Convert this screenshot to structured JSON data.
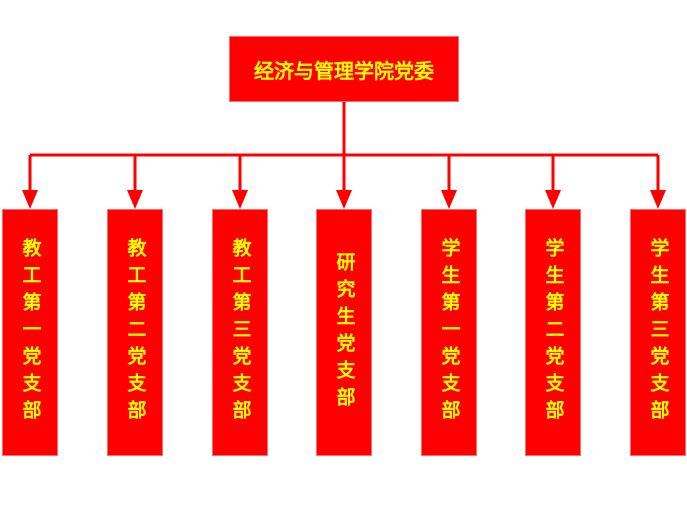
{
  "diagram": {
    "type": "org-chart",
    "colors": {
      "box_fill": "#ff0000",
      "text": "#ffff00",
      "connector": "#ff0000",
      "background": "#ffffff"
    },
    "root": {
      "label": "经济与管理学院党委"
    },
    "branches": [
      {
        "label": "教工第一党支部"
      },
      {
        "label": "教工第二党支部"
      },
      {
        "label": "教工第三党支部"
      },
      {
        "label": "研究生党支部"
      },
      {
        "label": "学生第一党支部"
      },
      {
        "label": "学生第二党支部"
      },
      {
        "label": "学生第三党支部"
      }
    ]
  }
}
